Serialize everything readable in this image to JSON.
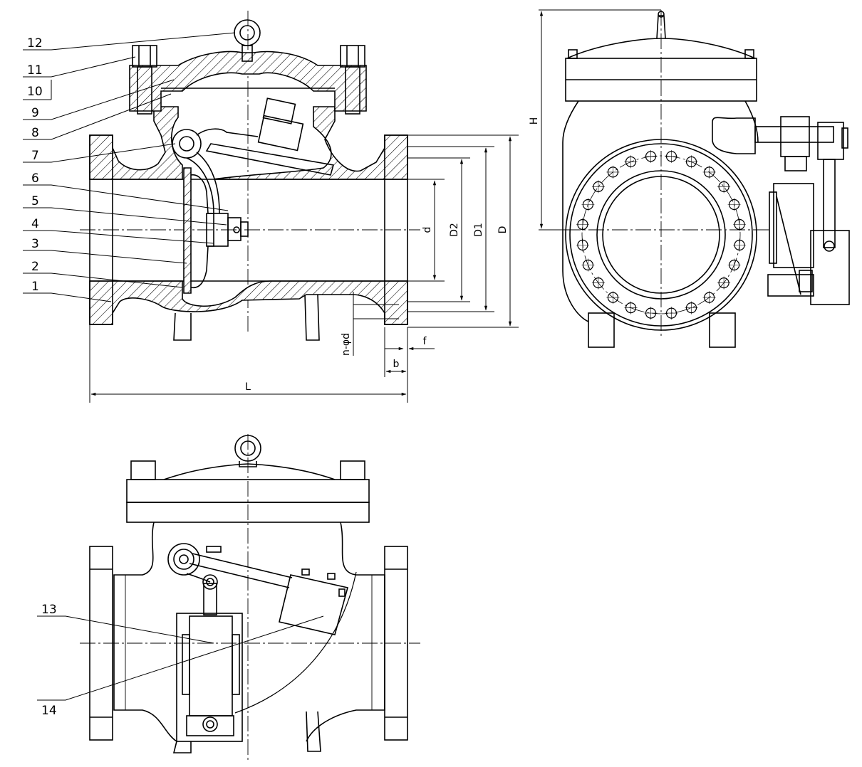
{
  "callouts": [
    {
      "num": "12",
      "target": "eye-bolt"
    },
    {
      "num": "11",
      "target": "nut"
    },
    {
      "num": "10",
      "target": "stud"
    },
    {
      "num": "9",
      "target": "gasket"
    },
    {
      "num": "8",
      "target": "bonnet"
    },
    {
      "num": "7",
      "target": "hinge-pin"
    },
    {
      "num": "6",
      "target": "disc-nut"
    },
    {
      "num": "5",
      "target": "pin"
    },
    {
      "num": "4",
      "target": "hinge"
    },
    {
      "num": "3",
      "target": "disc"
    },
    {
      "num": "2",
      "target": "seat-ring"
    },
    {
      "num": "1",
      "target": "body"
    },
    {
      "num": "13",
      "target": "damper-cylinder"
    },
    {
      "num": "14",
      "target": "counterweight"
    }
  ],
  "dimensions": {
    "L": "L",
    "H": "H",
    "D": "D",
    "D1": "D1",
    "D2": "D2",
    "d": "d",
    "n_phi_d": "n-φd",
    "b": "b",
    "f": "f"
  },
  "colors": {
    "line": "#000000",
    "background": "#ffffff"
  }
}
